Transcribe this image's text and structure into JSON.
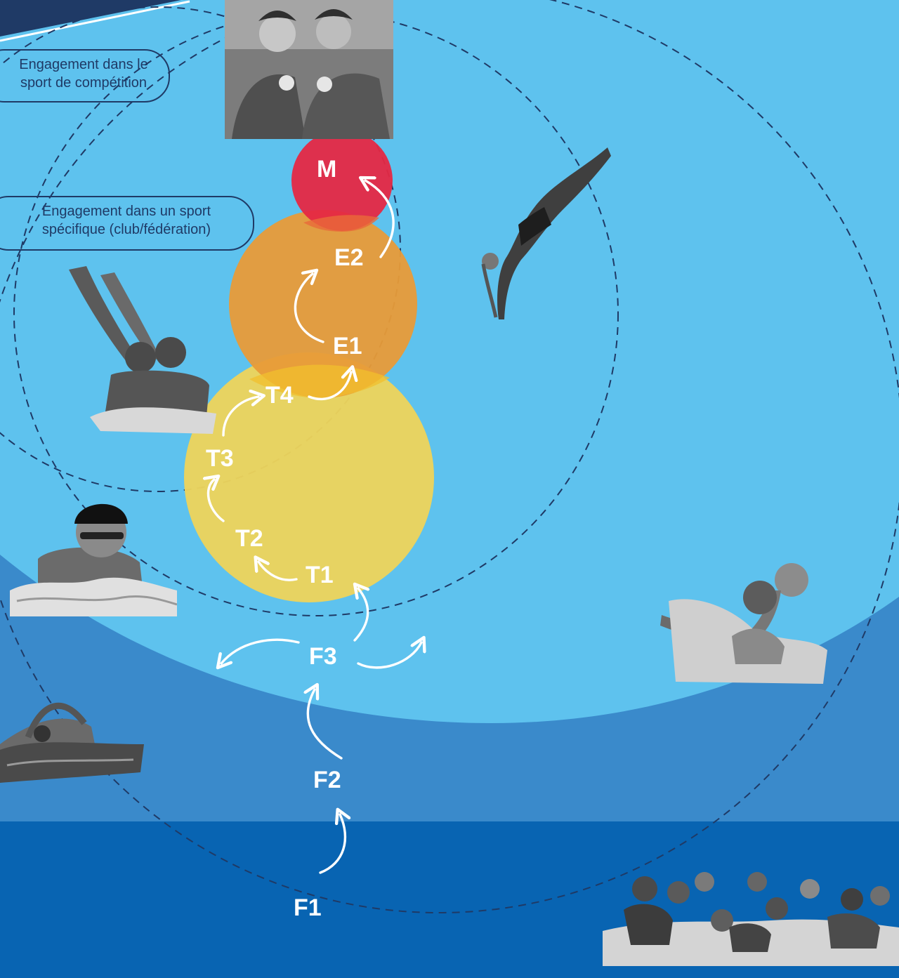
{
  "labels": {
    "competition": [
      "Engagement dans le",
      "sport de compétition"
    ],
    "specific": [
      "Engagement dans un sport",
      "spécifique (club/fédération)"
    ]
  },
  "stages": {
    "M": "M",
    "E2": "E2",
    "E1": "E1",
    "T4": "T4",
    "T3": "T3",
    "T2": "T2",
    "T1": "T1",
    "F3": "F3",
    "F2": "F2",
    "F1": "F1"
  },
  "colors": {
    "sky": "#5EC2EE",
    "mid_blue": "#3A8ACB",
    "deep_blue": "#0864B2",
    "navy": "#1F3A66",
    "red": "#E52843",
    "orange": "#E89B38",
    "yellow": "#ECD35C",
    "white": "#FFFFFF"
  },
  "photos": [
    {
      "name": "medalists-photo"
    },
    {
      "name": "diver-photo"
    },
    {
      "name": "synchronized-swimmers-photo"
    },
    {
      "name": "breaststroke-swimmer-photo"
    },
    {
      "name": "water-polo-player-photo"
    },
    {
      "name": "freestyle-swimmer-photo"
    },
    {
      "name": "children-group-photo"
    }
  ]
}
